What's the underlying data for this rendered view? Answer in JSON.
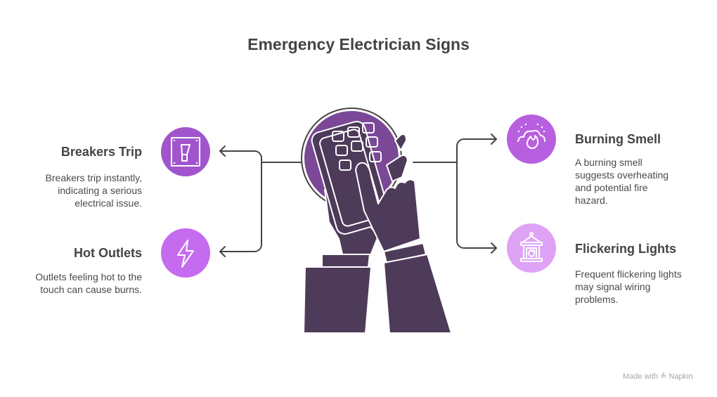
{
  "title": "Emergency Electrician Signs",
  "colors": {
    "text": "#444444",
    "connector": "#444444",
    "hands": "#4e3b5a",
    "center_circle": "#7a4896",
    "breakers_trip": "#a155cd",
    "hot_outlets": "#c46bef",
    "burning_smell": "#b85fe0",
    "flickering_lights": "#dea3f5"
  },
  "center": {
    "icon": "hands-holding-keypad-icon"
  },
  "items": [
    {
      "title": "Breakers Trip",
      "description": [
        "Breakers trip instantly,",
        "indicating a serious",
        "electrical issue."
      ],
      "icon": "breaker-switch-icon",
      "side": "left"
    },
    {
      "title": "Hot Outlets",
      "description": [
        "Outlets feeling hot to the",
        "touch can cause burns."
      ],
      "icon": "lightning-bolt-icon",
      "side": "left"
    },
    {
      "title": "Burning Smell",
      "description": [
        "A burning smell",
        "suggests overheating",
        "and potential fire",
        "hazard."
      ],
      "icon": "smoke-fire-icon",
      "side": "right"
    },
    {
      "title": "Flickering Lights",
      "description": [
        "Frequent flickering lights",
        "may signal wiring",
        "problems."
      ],
      "icon": "lantern-flame-icon",
      "side": "right"
    }
  ],
  "footer": {
    "made_with": "Made with",
    "brand": "Napkin"
  }
}
